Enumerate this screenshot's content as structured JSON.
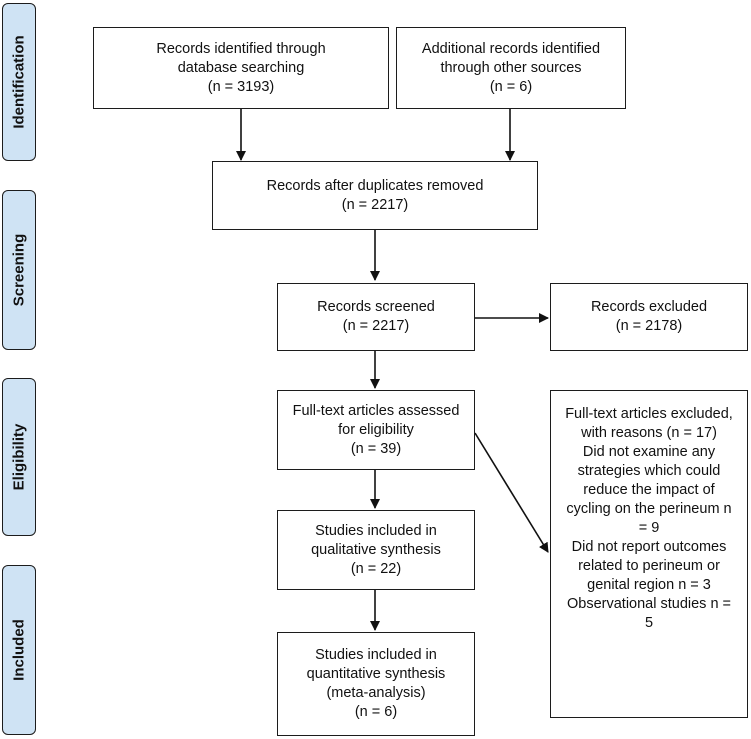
{
  "stages": {
    "identification": "Identification",
    "screening": "Screening",
    "eligibility": "Eligibility",
    "included": "Included"
  },
  "boxes": {
    "db_search": {
      "lines": [
        "Records identified through",
        "database searching",
        "(n = 3193)"
      ]
    },
    "other_sources": {
      "lines": [
        "Additional records identified",
        "through other sources",
        "(n = 6)"
      ]
    },
    "dedup": {
      "lines": [
        "Records after duplicates removed",
        "(n = 2217)"
      ]
    },
    "screened": {
      "lines": [
        "Records screened",
        "(n = 2217)"
      ]
    },
    "excluded": {
      "lines": [
        "Records excluded",
        "(n = 2178)"
      ]
    },
    "fulltext": {
      "lines": [
        "Full-text articles assessed",
        "for eligibility",
        "(n = 39)"
      ]
    },
    "fulltext_excluded": {
      "lines": [
        "Full-text articles excluded,",
        "with reasons (n = 17)",
        "Did not examine any",
        "strategies which could",
        "reduce the impact of",
        "cycling on the perineum n",
        "= 9",
        "Did not report outcomes",
        "related to perineum or",
        "genital region n = 3",
        "Observational studies n =",
        "5"
      ]
    },
    "qualitative": {
      "lines": [
        "Studies included in",
        "qualitative synthesis",
        "(n = 22)"
      ]
    },
    "quantitative": {
      "lines": [
        "Studies included in",
        "quantitative synthesis",
        "(meta-analysis)",
        "(n = 6)"
      ]
    }
  }
}
